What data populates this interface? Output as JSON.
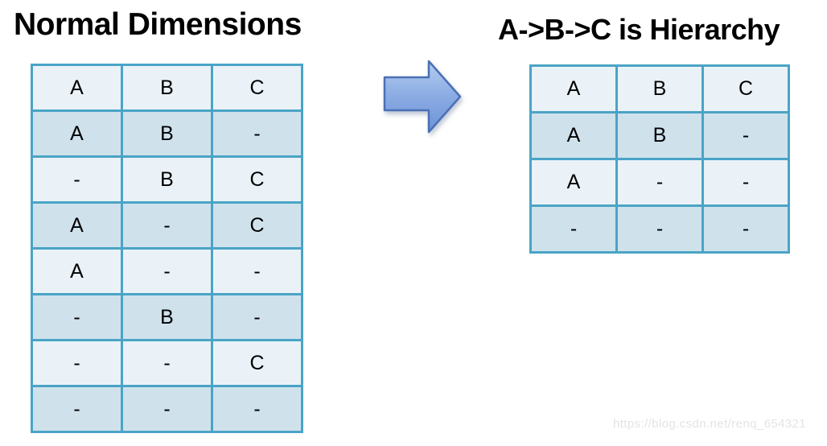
{
  "left_panel": {
    "title": "Normal Dimensions",
    "columns": [
      "A",
      "B",
      "C"
    ],
    "rows": [
      [
        "A",
        "B",
        "-"
      ],
      [
        "-",
        "B",
        "C"
      ],
      [
        "A",
        "-",
        "C"
      ],
      [
        "A",
        "-",
        "-"
      ],
      [
        "-",
        "B",
        "-"
      ],
      [
        "-",
        "-",
        "C"
      ],
      [
        "-",
        "-",
        "-"
      ]
    ]
  },
  "right_panel": {
    "title": "A->B->C is Hierarchy",
    "columns": [
      "A",
      "B",
      "C"
    ],
    "rows": [
      [
        "A",
        "B",
        "-"
      ],
      [
        "A",
        "-",
        "-"
      ],
      [
        "-",
        "-",
        "-"
      ]
    ]
  },
  "arrow": {
    "direction": "right",
    "fill_top": "#b4cdf0",
    "fill_mid": "#8aabe3",
    "fill_bottom": "#6d92d7",
    "border": "#4a70b5"
  },
  "watermark": "https://blog.csdn.net/renq_654321",
  "colors": {
    "table_border": "#4aa4c6",
    "row_light": "#eaf2f7",
    "row_dark": "#cfe2ec",
    "title_text": "#000000",
    "watermark_text": "#e4e4e4"
  }
}
